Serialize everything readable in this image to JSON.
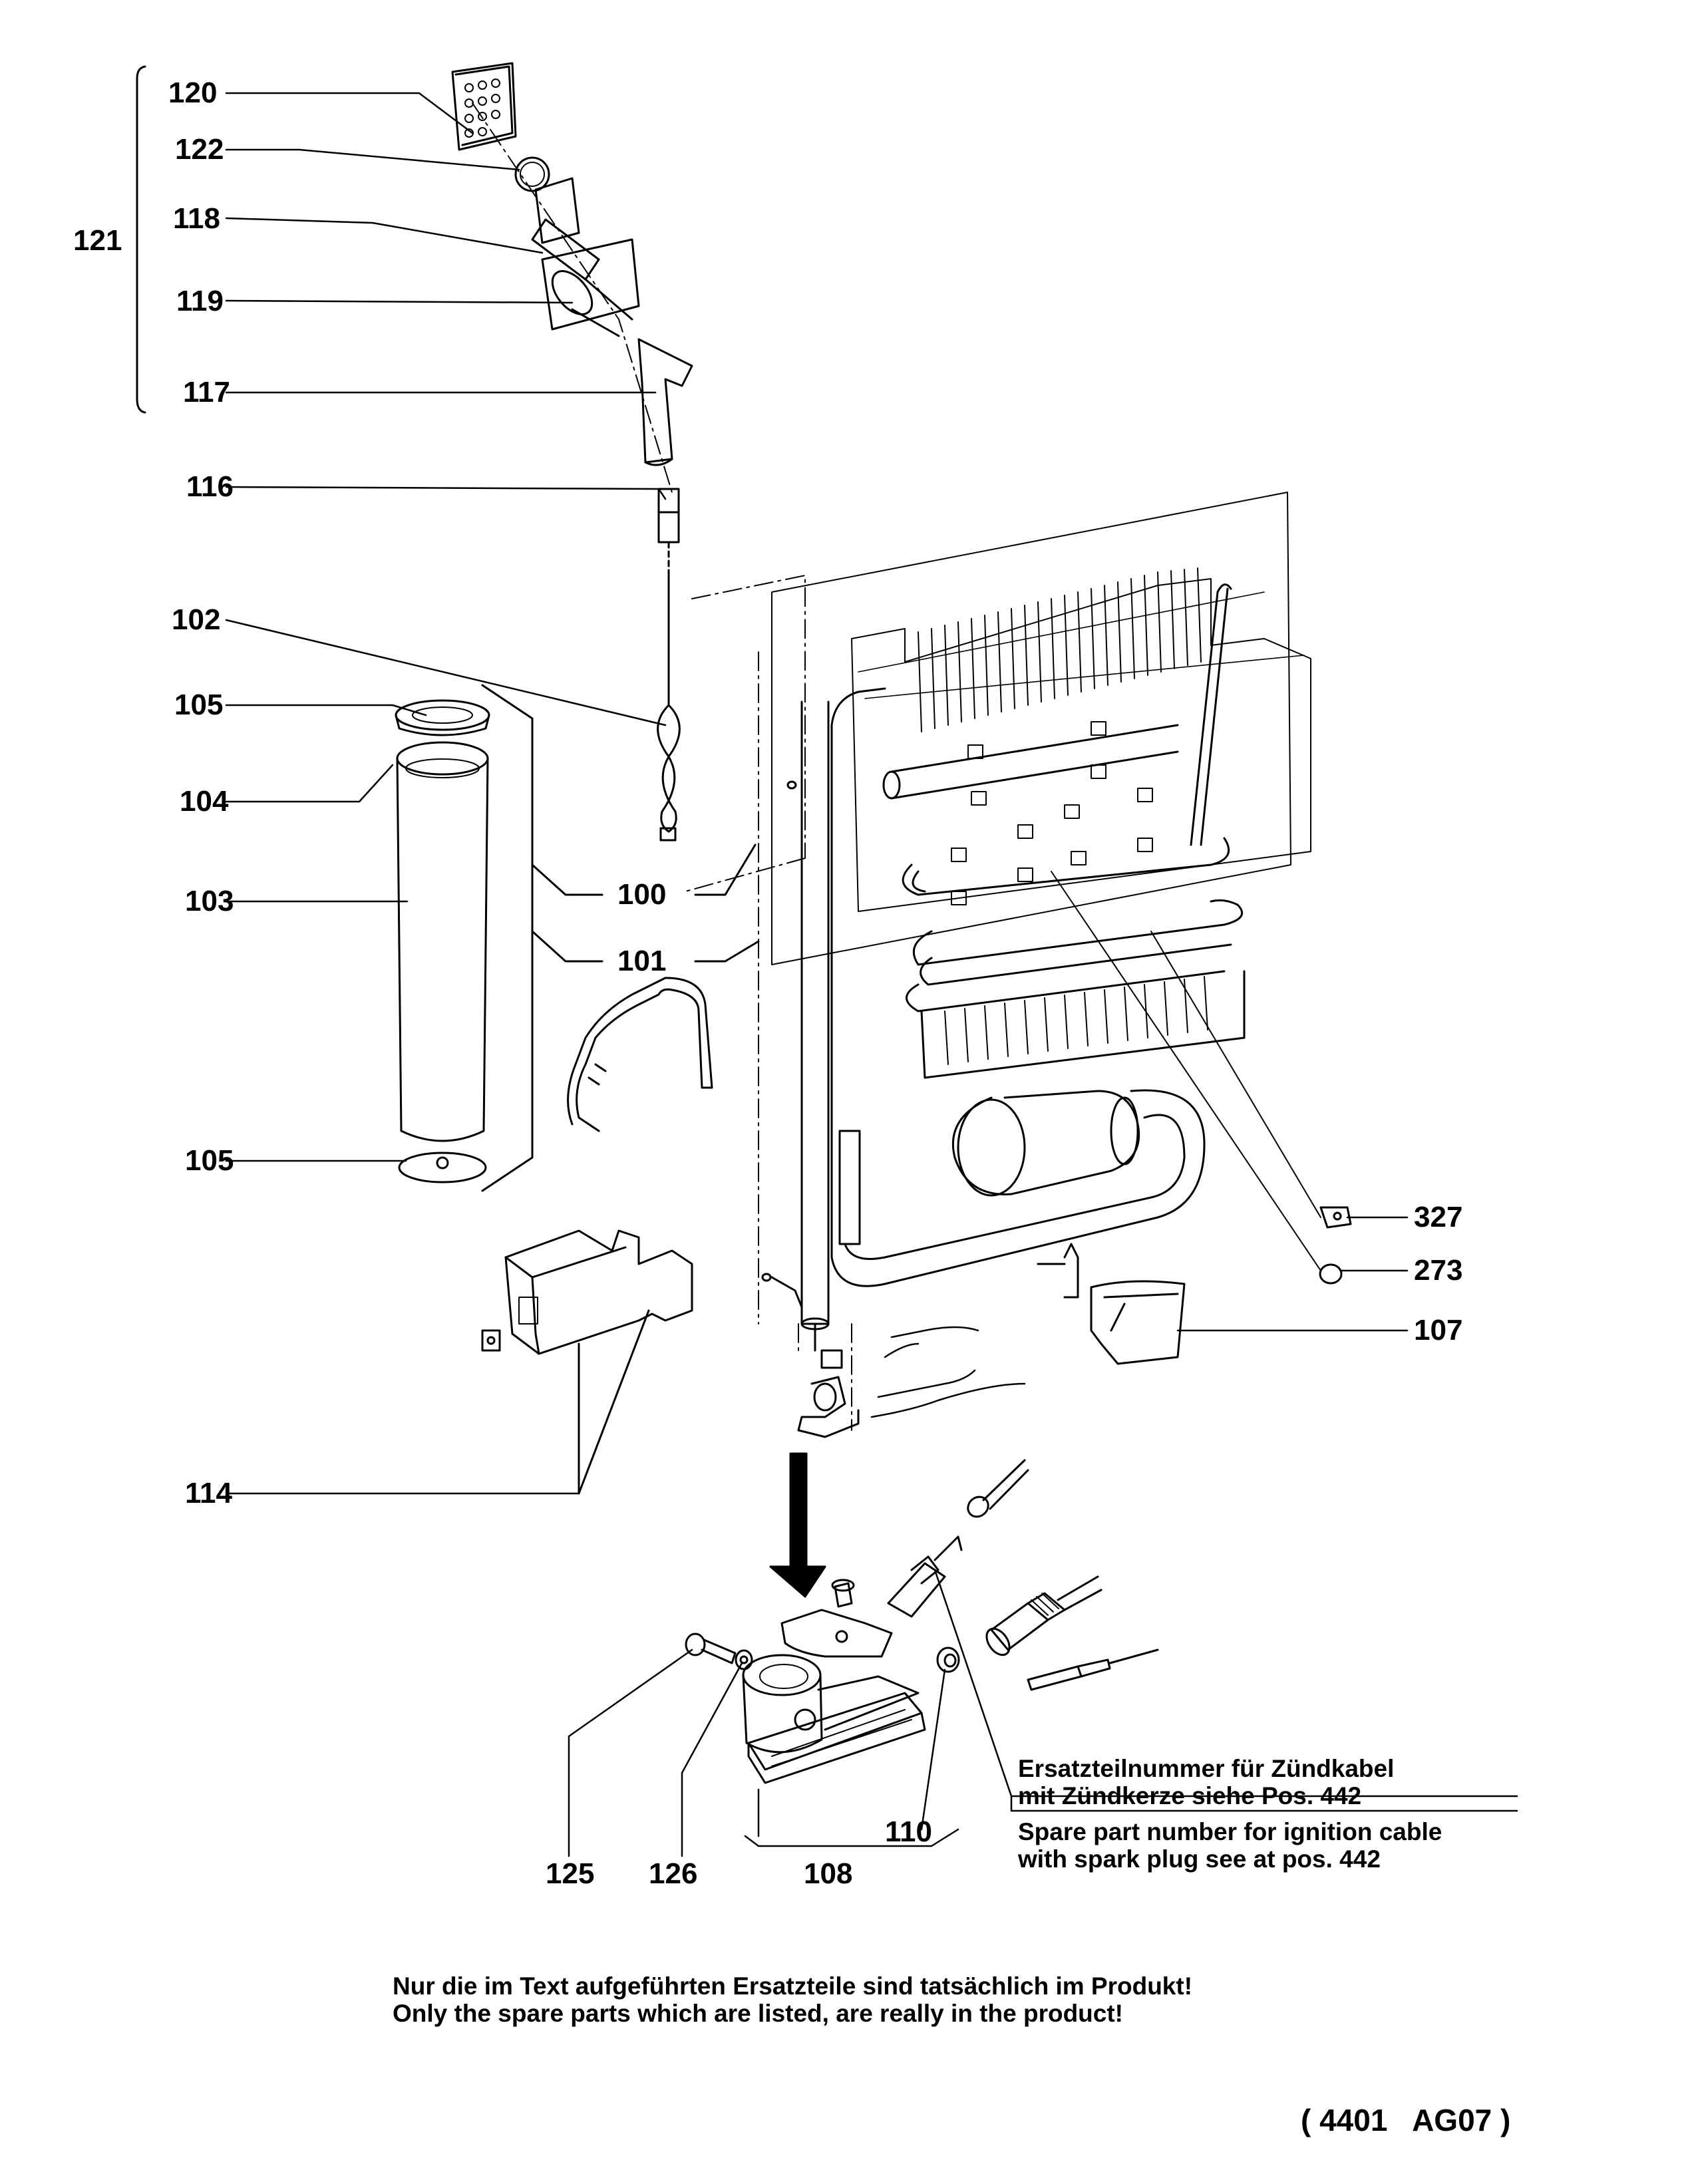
{
  "part_labels": {
    "p120": "120",
    "p122": "122",
    "p121": "121",
    "p118": "118",
    "p119": "119",
    "p117": "117",
    "p116": "116",
    "p102": "102",
    "p105_top": "105",
    "p104": "104",
    "p103": "103",
    "p100": "100",
    "p101": "101",
    "p105_bottom": "105",
    "p114": "114",
    "p327": "327",
    "p273": "273",
    "p107": "107",
    "p125": "125",
    "p126": "126",
    "p108": "108",
    "p110": "110"
  },
  "ignition_note": {
    "german_line1": "Ersatzteilnummer für Zündkabel",
    "german_line2": "mit Zündkerze siehe Pos. 442",
    "english_line1": "Spare part number for ignition cable",
    "english_line2": "with spark plug see at pos. 442"
  },
  "footer_note": {
    "german": "Nur die im Text aufgeführten Ersatzteile sind tatsächlich im Produkt!",
    "english": "Only the spare parts which are listed, are really in the product!"
  },
  "drawing_code": "( 4401   AG07 )"
}
